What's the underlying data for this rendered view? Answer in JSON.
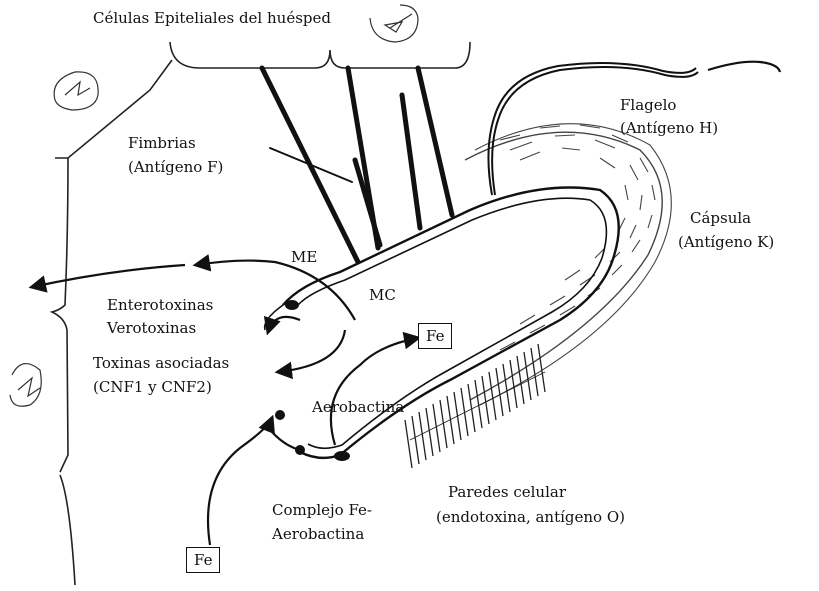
{
  "labels": {
    "host_cells": "Células Epiteliales del huésped",
    "fimbrias_1": "Fimbrias",
    "fimbrias_2": "(Antígeno F)",
    "flagelo_1": "Flagelo",
    "flagelo_2": "(Antígeno H)",
    "capsula_1": "Cápsula",
    "capsula_2": "(Antígeno K)",
    "me": "ME",
    "mc": "MC",
    "enterotoxinas": "Enterotoxinas",
    "verotoxinas": "Verotoxinas",
    "toxinas_1": "Toxinas asociadas",
    "toxinas_2": "(CNF1 y CNF2)",
    "fe_top": "Fe",
    "aerobactina": "Aerobactina",
    "complejo_1": "Complejo Fe-",
    "complejo_2": "Aerobactina",
    "paredes_1": "Paredes celular",
    "paredes_2": "(endotoxina, antígeno O)",
    "fe_bottom": "Fe"
  }
}
